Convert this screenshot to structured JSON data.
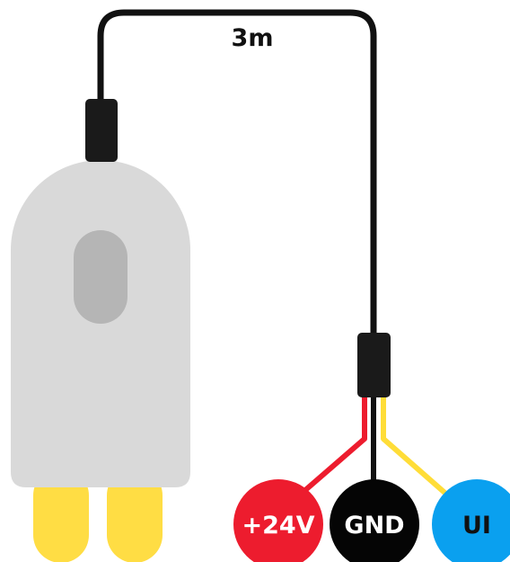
{
  "cable": {
    "length_label": "3m"
  },
  "terminals": [
    {
      "id": "power",
      "label": "+24V",
      "color": "#ed1c2e",
      "wire_color": "#ed1c2e",
      "text_color": "#ffffff"
    },
    {
      "id": "ground",
      "label": "GND",
      "color": "#050505",
      "wire_color": "#111111",
      "text_color": "#ffffff"
    },
    {
      "id": "signal",
      "label": "UI",
      "color": "#0aa0ef",
      "wire_color": "#ffdd38",
      "text_color": "#111111"
    }
  ],
  "colors": {
    "sensor_body": "#d9d9d9",
    "sensor_window": "#b5b5b5",
    "sensor_prongs": "#ffdd44",
    "cable": "#111111"
  }
}
